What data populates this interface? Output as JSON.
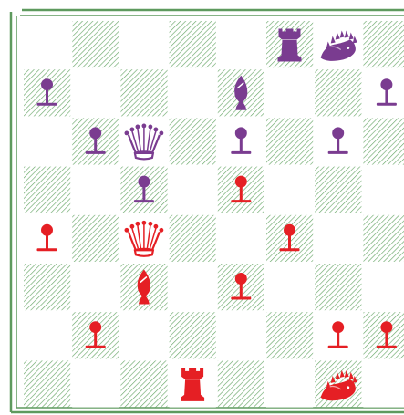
{
  "colors": {
    "frame": "#5e9a5e",
    "hatch": "#6aa86a",
    "light_square": "#ffffff",
    "purple": "#7a3c90",
    "red": "#e51f24"
  },
  "board": {
    "files": 8,
    "ranks": 8,
    "dark_square_pattern": "diagonal-hatch",
    "orientation": "white-bottom"
  },
  "pieces": [
    {
      "type": "rook",
      "color": "purple",
      "square": "f8",
      "icon": "rook-icon"
    },
    {
      "type": "knight",
      "color": "purple",
      "square": "g8",
      "icon": "knight-icon"
    },
    {
      "type": "pawn",
      "color": "purple",
      "square": "a7",
      "icon": "pawn-icon"
    },
    {
      "type": "bishop",
      "color": "purple",
      "square": "e7",
      "icon": "bishop-icon"
    },
    {
      "type": "pawn",
      "color": "purple",
      "square": "h7",
      "icon": "pawn-icon"
    },
    {
      "type": "pawn",
      "color": "purple",
      "square": "b6",
      "icon": "pawn-icon"
    },
    {
      "type": "queen",
      "color": "purple",
      "square": "c6",
      "icon": "queen-icon"
    },
    {
      "type": "pawn",
      "color": "purple",
      "square": "e6",
      "icon": "pawn-icon"
    },
    {
      "type": "pawn",
      "color": "purple",
      "square": "g6",
      "icon": "pawn-icon"
    },
    {
      "type": "pawn",
      "color": "purple",
      "square": "c5",
      "icon": "pawn-icon"
    },
    {
      "type": "pawn",
      "color": "red",
      "square": "e5",
      "icon": "pawn-icon"
    },
    {
      "type": "pawn",
      "color": "red",
      "square": "a4",
      "icon": "pawn-icon"
    },
    {
      "type": "queen",
      "color": "red",
      "square": "c4",
      "icon": "queen-icon"
    },
    {
      "type": "pawn",
      "color": "red",
      "square": "f4",
      "icon": "pawn-icon"
    },
    {
      "type": "bishop",
      "color": "red",
      "square": "c3",
      "icon": "bishop-icon"
    },
    {
      "type": "pawn",
      "color": "red",
      "square": "e3",
      "icon": "pawn-icon"
    },
    {
      "type": "pawn",
      "color": "red",
      "square": "b2",
      "icon": "pawn-icon"
    },
    {
      "type": "pawn",
      "color": "red",
      "square": "g2",
      "icon": "pawn-icon"
    },
    {
      "type": "pawn",
      "color": "red",
      "square": "h2",
      "icon": "pawn-icon"
    },
    {
      "type": "rook",
      "color": "red",
      "square": "d1",
      "icon": "rook-icon"
    },
    {
      "type": "knight",
      "color": "red",
      "square": "g1",
      "icon": "knight-icon"
    }
  ]
}
